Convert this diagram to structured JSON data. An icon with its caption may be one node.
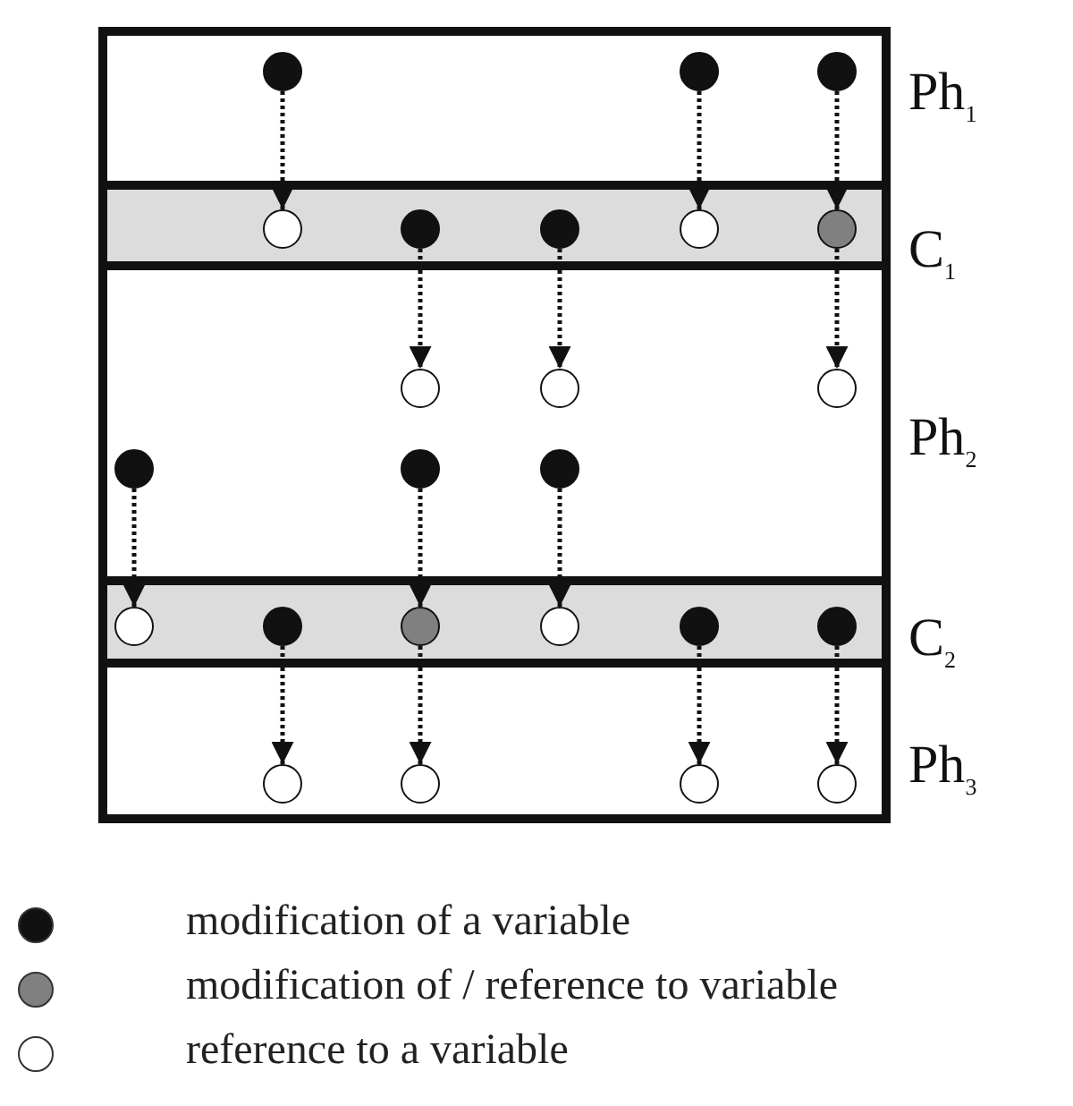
{
  "diagram": {
    "nodes": [
      {
        "text": [
          "Ph$_{1}$"
        ]
      },
      {
        "text": [
          "C$_{1}$"
        ]
      },
      {
        "text": [
          "Ph$_{2}$"
        ]
      },
      {
        "text": [
          "C$_{2}$"
        ]
      },
      {
        "text": [
          "Ph$_{3}$"
        ]
      },
      {
        "text": [],
        "shape": "circle",
        "in": 0
      },
      {
        "text": [],
        "shape": "circle",
        "in": 0
      },
      {
        "text": [],
        "shape": "circle",
        "in": 0
      },
      {
        "text": [],
        "shape": "circle",
        "in": 1
      },
      {
        "text": [],
        "shape": "circle",
        "in": 1
      },
      {
        "text": [],
        "shape": "circle",
        "in": 1
      },
      {
        "text": [],
        "shape": "circle",
        "in": 1
      },
      {
        "text": [],
        "shape": "circle",
        "in": 1
      },
      {
        "text": [],
        "shape": "circle",
        "in": 2
      },
      {
        "text": [],
        "shape": "circle",
        "in": 2
      },
      {
        "text": [],
        "shape": "circle",
        "in": 2
      },
      {
        "text": [],
        "shape": "circle",
        "in": 2
      },
      {
        "text": [],
        "shape": "circle",
        "in": 2
      },
      {
        "text": [],
        "shape": "circle",
        "in": 2
      },
      {
        "text": [],
        "shape": "circle",
        "in": 3
      },
      {
        "text": [],
        "shape": "circle",
        "in": 3
      },
      {
        "text": [],
        "shape": "circle",
        "in": 3
      },
      {
        "text": [],
        "shape": "circle",
        "in": 3
      },
      {
        "text": [],
        "shape": "circle",
        "in": 3
      },
      {
        "text": [],
        "shape": "circle",
        "in": 3
      },
      {
        "text": [],
        "shape": "circle",
        "in": 4
      },
      {
        "text": [],
        "shape": "circle",
        "in": 4
      },
      {
        "text": [],
        "shape": "circle",
        "in": 4
      },
      {
        "text": [],
        "shape": "circle",
        "in": 4
      }
    ],
    "edges": [
      {
        "from": 5,
        "to": 8,
        "arrow": "to"
      },
      {
        "from": 6,
        "to": 11,
        "arrow": "to"
      },
      {
        "from": 7,
        "to": 12,
        "arrow": "to"
      },
      {
        "from": 9,
        "to": 13,
        "arrow": "to"
      },
      {
        "from": 10,
        "to": 14,
        "arrow": "to"
      },
      {
        "from": 12,
        "to": 15,
        "arrow": "to"
      },
      {
        "from": 16,
        "to": 19,
        "arrow": "to"
      },
      {
        "from": 17,
        "to": 21,
        "arrow": "to"
      },
      {
        "from": 18,
        "to": 22,
        "arrow": "to"
      },
      {
        "from": 20,
        "to": 25,
        "arrow": "to"
      },
      {
        "from": 21,
        "to": 26,
        "arrow": "to"
      },
      {
        "from": 23,
        "to": 27,
        "arrow": "to"
      },
      {
        "from": 24,
        "to": 28,
        "arrow": "to"
      }
    ],
    "legend": [
      {
        "text": "modification of a variable",
        "color": "#111111"
      },
      {
        "text": "modification of / reference to variable",
        "color": "#808080"
      },
      {
        "text": "reference to a variable",
        "color": "#ffffff"
      }
    ]
  }
}
